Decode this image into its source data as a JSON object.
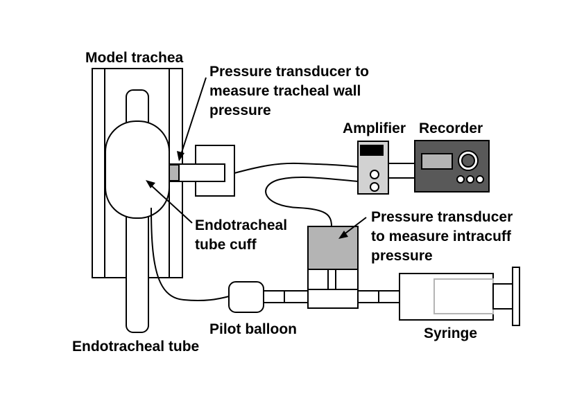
{
  "labels": {
    "model_trachea": "Model trachea",
    "transducer_wall_1": "Pressure transducer to",
    "transducer_wall_2": "measure tracheal wall",
    "transducer_wall_3": "pressure",
    "amplifier": "Amplifier",
    "recorder": "Recorder",
    "cuff_1": "Endotracheal",
    "cuff_2": "tube cuff",
    "transducer_cuff_1": "Pressure transducer",
    "transducer_cuff_2": "to measure intracuff",
    "transducer_cuff_3": "pressure",
    "pilot_balloon": "Pilot balloon",
    "syringe": "Syringe",
    "endotracheal_tube": "Endotracheal tube"
  },
  "colors": {
    "line": "#000000",
    "transducer_gray": "#b4b4b4",
    "recorder_body": "#595959",
    "amplifier_body": "#d2d2d2"
  }
}
